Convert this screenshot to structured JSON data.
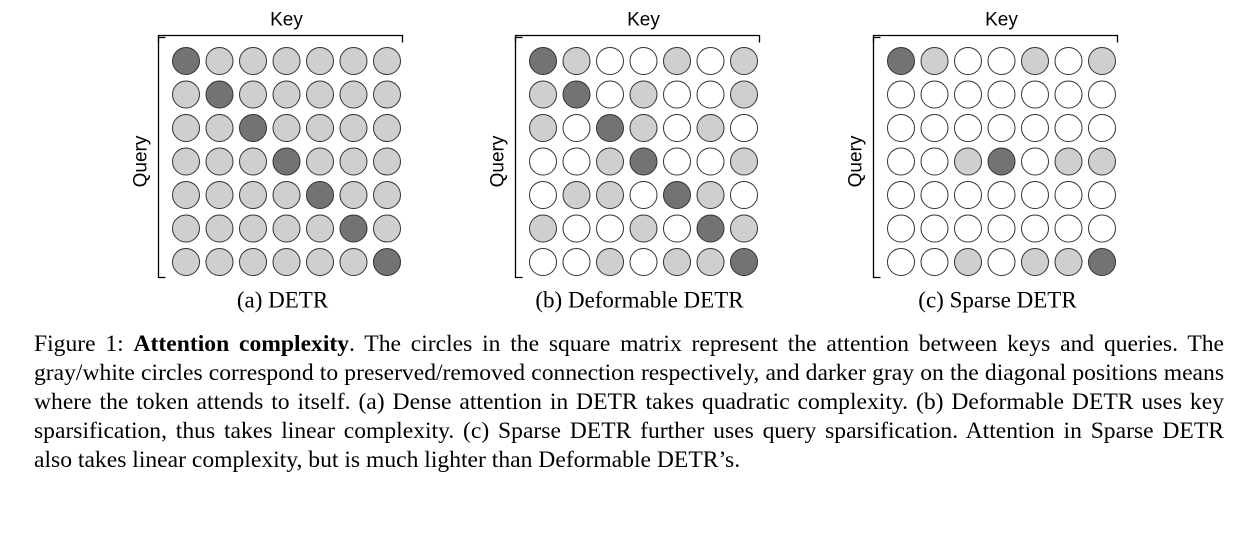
{
  "figure": {
    "panels": [
      {
        "key_label": "Key",
        "query_label": "Query",
        "sublabel": "(a) DETR",
        "matrix": [
          [
            2,
            1,
            1,
            1,
            1,
            1,
            1
          ],
          [
            1,
            2,
            1,
            1,
            1,
            1,
            1
          ],
          [
            1,
            1,
            2,
            1,
            1,
            1,
            1
          ],
          [
            1,
            1,
            1,
            2,
            1,
            1,
            1
          ],
          [
            1,
            1,
            1,
            1,
            2,
            1,
            1
          ],
          [
            1,
            1,
            1,
            1,
            1,
            2,
            1
          ],
          [
            1,
            1,
            1,
            1,
            1,
            1,
            2
          ]
        ]
      },
      {
        "key_label": "Key",
        "query_label": "Query",
        "sublabel": "(b) Deformable DETR",
        "matrix": [
          [
            2,
            1,
            0,
            0,
            1,
            0,
            1
          ],
          [
            1,
            2,
            0,
            1,
            0,
            0,
            1
          ],
          [
            1,
            0,
            2,
            1,
            0,
            1,
            0
          ],
          [
            0,
            0,
            1,
            2,
            0,
            0,
            1
          ],
          [
            0,
            1,
            1,
            0,
            2,
            1,
            0
          ],
          [
            1,
            0,
            0,
            1,
            0,
            2,
            1
          ],
          [
            0,
            0,
            1,
            0,
            1,
            1,
            2
          ]
        ]
      },
      {
        "key_label": "Key",
        "query_label": "Query",
        "sublabel": "(c) Sparse DETR",
        "matrix": [
          [
            2,
            1,
            0,
            0,
            1,
            0,
            1
          ],
          [
            0,
            0,
            0,
            0,
            0,
            0,
            0
          ],
          [
            0,
            0,
            0,
            0,
            0,
            0,
            0
          ],
          [
            0,
            0,
            1,
            2,
            0,
            1,
            1
          ],
          [
            0,
            0,
            0,
            0,
            0,
            0,
            0
          ],
          [
            0,
            0,
            0,
            0,
            0,
            0,
            0
          ],
          [
            0,
            0,
            1,
            0,
            1,
            1,
            2
          ]
        ]
      }
    ],
    "colors": {
      "removed": "#ffffff",
      "preserved": "#cfcfcf",
      "diagonal": "#737373",
      "stroke": "#333333"
    }
  },
  "caption": {
    "prefix": "Figure 1: ",
    "title": "Attention complexity",
    "body": ". The circles in the square matrix represent the attention between keys and queries. The gray/white circles correspond to preserved/removed connection respectively, and darker gray on the diagonal positions means where the token attends to itself. (a) Dense attention in DETR takes quadratic complexity. (b) Deformable DETR uses key sparsification, thus takes linear complexity. (c) Sparse DETR further uses query sparsification. Attention in Sparse DETR also takes linear complexity, but is much lighter than Deformable DETR’s."
  }
}
